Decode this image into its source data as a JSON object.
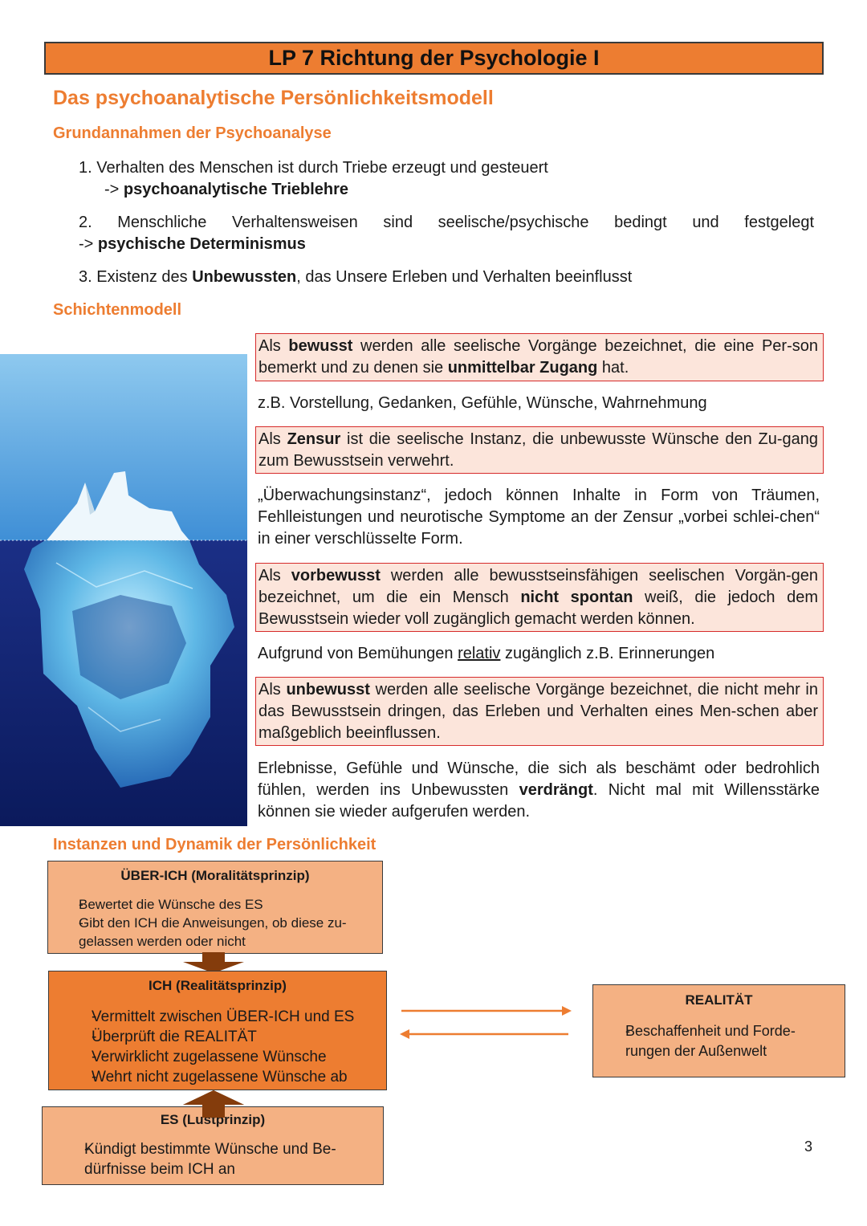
{
  "header": {
    "title": "LP 7 Richtung der Psychologie I"
  },
  "section_title": "Das psychoanalytische Persönlichkeitsmodell",
  "grundannahmen": {
    "heading": "Grundannahmen der Psychoanalyse",
    "item1": {
      "text": "1.  Verhalten des Menschen ist durch Triebe erzeugt und gesteuert",
      "arrow": "-> ",
      "bold": "psychoanalytische Trieblehre"
    },
    "item2": {
      "text": "2.  Menschliche Verhaltensweisen sind seelische/psychische bedingt und festgelegt",
      "arrow": "-> ",
      "bold": "psychische Determinismus"
    },
    "item3": {
      "pre": "3. Existenz des ",
      "bold": "Unbewussten",
      "post": ", das Unsere Erleben und Verhalten beeinflusst"
    }
  },
  "schichtenmodell": {
    "heading": "Schichtenmodell",
    "bewusst": {
      "pre": "Als ",
      "b1": "bewusst",
      "mid": " werden alle seelische Vorgänge bezeichnet, die eine Per-son bemerkt und zu denen sie ",
      "b2": "unmittelbar Zugang",
      "post": " hat."
    },
    "bewusst_note": "z.B. Vorstellung, Gedanken, Gefühle, Wünsche, Wahrnehmung",
    "zensur": {
      "pre": "Als ",
      "b1": "Zensur",
      "post": " ist die seelische Instanz, die unbewusste Wünsche den Zu-gang zum Bewusstsein verwehrt."
    },
    "zensur_note": "„Überwachungsinstanz“, jedoch können Inhalte in Form von Träumen, Fehlleistungen und neurotische Symptome an der Zensur „vorbei schlei-chen“ in einer verschlüsselte Form.",
    "vorbewusst": {
      "pre": "Als ",
      "b1": "vorbewusst",
      "mid": " werden alle bewusstseinsfähigen seelischen Vorgän-gen bezeichnet, um die ein Mensch ",
      "b2": "nicht spontan",
      "post": " weiß, die jedoch dem Bewusstsein wieder voll zugänglich gemacht werden können."
    },
    "vorbewusst_note": {
      "pre": "Aufgrund von Bemühungen ",
      "u": "relativ",
      "post": " zugänglich z.B. Erinnerungen"
    },
    "unbewusst": {
      "pre": "Als ",
      "b1": "unbewusst",
      "post": " werden alle seelische Vorgänge bezeichnet, die nicht mehr in das Bewusstsein dringen, das Erleben und Verhalten eines Men-schen aber maßgeblich beeinflussen."
    },
    "unbewusst_note": {
      "pre": "Erlebnisse, Gefühle und Wünsche, die sich als beschämt oder bedrohlich fühlen, werden ins Unbewussten ",
      "b": "verdrängt",
      "post": ". Nicht mal mit Willensstärke können sie wieder aufgerufen werden."
    }
  },
  "instanzen": {
    "heading": "Instanzen und Dynamik der Persönlichkeit",
    "ueber_ich": {
      "title": "ÜBER-ICH (Moralitätsprinzip)",
      "items": [
        "Bewertet die Wünsche des ES",
        "Gibt den ICH die Anweisungen, ob diese zu-gelassen werden oder nicht"
      ]
    },
    "ich": {
      "title": "ICH (Realitätsprinzip)",
      "items": [
        "Vermittelt zwischen ÜBER-ICH und ES",
        "Überprüft die REALITÄT",
        "Verwirklicht zugelassene Wünsche",
        "Wehrt nicht zugelassene Wünsche ab"
      ]
    },
    "es": {
      "title": "ES (Lustprinzip)",
      "items": [
        "Kündigt bestimmte Wünsche und Be-dürfnisse beim ICH an"
      ]
    },
    "realitaet": {
      "title": "REALITÄT",
      "items": [
        "Beschaffenheit und Forde-rungen der Außenwelt"
      ]
    }
  },
  "page_number": "3",
  "colors": {
    "accent": "#ed7d31",
    "light_orange": "#f4b183",
    "def_bg": "#fce5db",
    "def_border": "#d62b2b",
    "arrow_brown": "#843c0c"
  }
}
